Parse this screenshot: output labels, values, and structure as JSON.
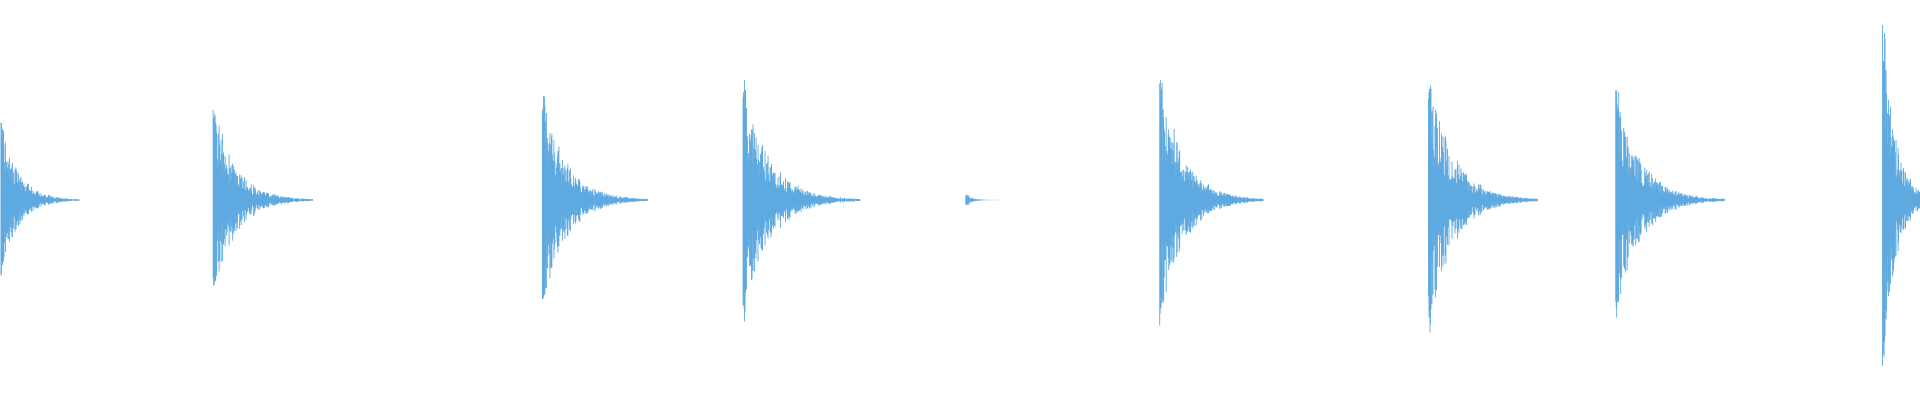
{
  "waveform": {
    "color": "#5DA9E0",
    "background": "#ffffff",
    "amplitude_max": 1.0,
    "transients": [
      {
        "time_frac": 0.0005,
        "peak": 0.42,
        "decay_len_frac": 0.041
      },
      {
        "time_frac": 0.111,
        "peak": 0.53,
        "decay_len_frac": 0.052
      },
      {
        "time_frac": 0.2825,
        "peak": 0.58,
        "decay_len_frac": 0.055
      },
      {
        "time_frac": 0.387,
        "peak": 0.64,
        "decay_len_frac": 0.061
      },
      {
        "time_frac": 0.503,
        "peak": 0.03,
        "decay_len_frac": 0.017
      },
      {
        "time_frac": 0.604,
        "peak": 0.7,
        "decay_len_frac": 0.054
      },
      {
        "time_frac": 0.744,
        "peak": 0.7,
        "decay_len_frac": 0.057
      },
      {
        "time_frac": 0.8415,
        "peak": 0.64,
        "decay_len_frac": 0.057
      },
      {
        "time_frac": 0.9805,
        "peak": 0.98,
        "decay_len_frac": 0.03
      }
    ]
  }
}
